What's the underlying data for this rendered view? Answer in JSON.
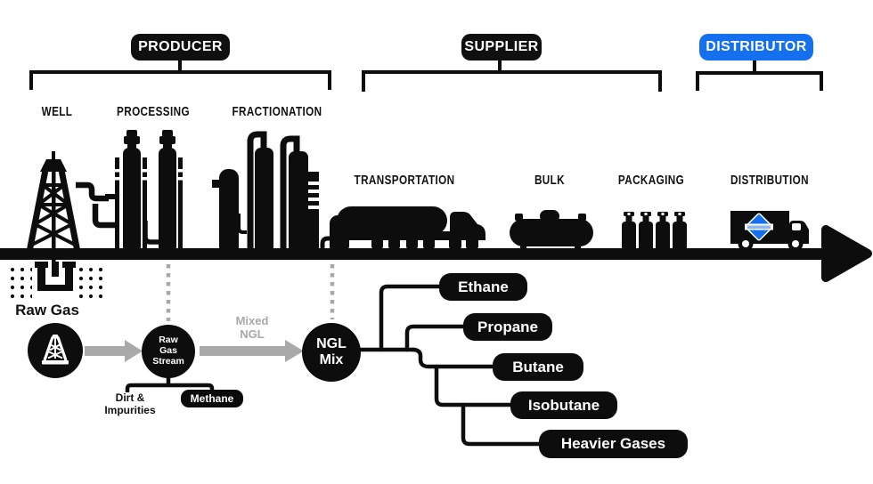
{
  "header": {
    "producer_label": "PRODUCER",
    "supplier_label": "SUPPLIER",
    "distributor_label": "DISTRIBUTOR"
  },
  "stages": {
    "well": "WELL",
    "processing": "PROCESSING",
    "fractionation": "FRACTIONATION",
    "transportation": "TRANSPORTATION",
    "bulk": "BULK",
    "packaging": "PACKAGING",
    "distribution": "DISTRIBUTION"
  },
  "flow": {
    "raw_gas_label": "Raw Gas",
    "raw_gas_stream_label": "Raw\nGas\nStream",
    "mixed_ngl_label": "Mixed\nNGL",
    "ngl_mix_label": "NGL\nMix",
    "dirt_impurities_label": "Dirt & Impurities",
    "methane_label": "Methane",
    "products": [
      "Ethane",
      "Propane",
      "Butane",
      "Isobutane",
      "Heavier Gases"
    ]
  },
  "colors": {
    "black": "#0d0d0d",
    "distributor_blue": "#1570f0",
    "connector_gray": "#a9a9a9"
  },
  "icons": {
    "well-derrick-icon": "oil derrick silhouette",
    "processing-plant-icon": "two distillation towers silhouette",
    "fractionation-plant-icon": "fractionation columns silhouette",
    "tanker-truck-icon": "tanker truck silhouette",
    "bulk-tank-icon": "horizontal propane tank silhouette",
    "gas-cylinders-icon": "four gas bottles silhouette",
    "delivery-truck-icon": "box truck with blue diamond logo",
    "timeline-arrow-icon": "thick right arrow",
    "derrick-badge-icon": "white derrick in black circle",
    "underground-well-icon": "well casing surrounded by soil dots"
  }
}
